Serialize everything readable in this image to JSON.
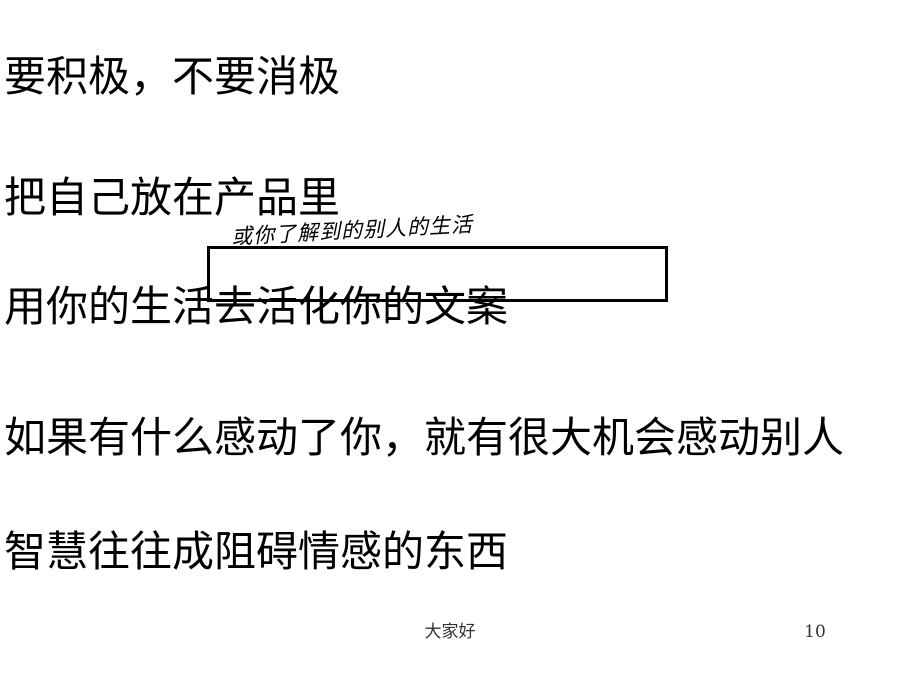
{
  "slide": {
    "lines": [
      "要积极，不要消极",
      "把自己放在产品里",
      "用你的生活去活化你的文案",
      "如果有什么感动了你，就有很大机会感动别人",
      "智慧往往成阻碍情感的东西"
    ],
    "annotation": "或你了解到的别人的生活",
    "footer": "大家好",
    "page_number": "10"
  }
}
